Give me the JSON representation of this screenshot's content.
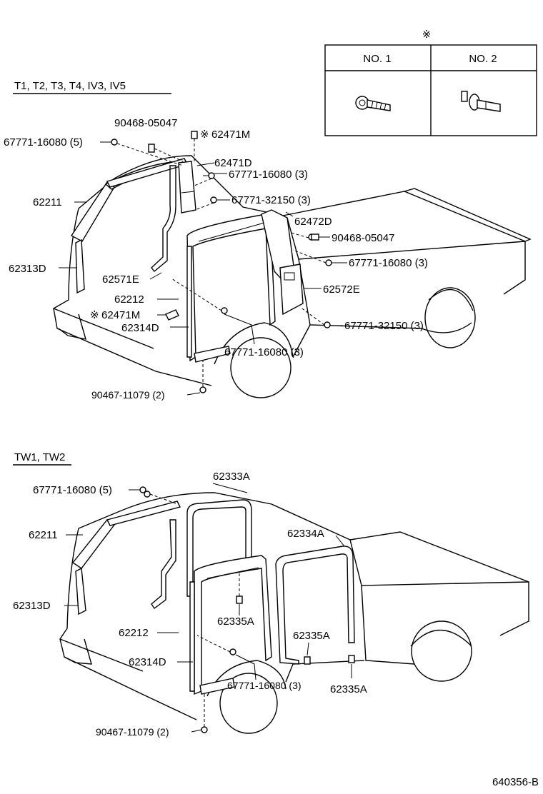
{
  "note_symbol": "※",
  "table": {
    "col1": "NO. 1",
    "col2": "NO. 2"
  },
  "section1": {
    "title": "T1, T2, T3, T4, IV3, IV5",
    "labels": {
      "l90468_top": "90468-05047",
      "l62471M_top": "62471M",
      "l67771_16080_5": "67771-16080 (5)",
      "l62471D": "62471D",
      "l67771_16080_3a": "67771-16080 (3)",
      "l67771_32150_3a": "67771-32150 (3)",
      "l62211": "62211",
      "l62472D": "62472D",
      "l90468_right": "90468-05047",
      "l62313D": "62313D",
      "l67771_16080_3b": "67771-16080 (3)",
      "l62571E": "62571E",
      "l62212": "62212",
      "l62572E": "62572E",
      "l62471M_mid": "62471M",
      "l67771_32150_3b": "67771-32150 (3)",
      "l62314D": "62314D",
      "l67771_16080_3c": "67771-16080 (3)",
      "l90467": "90467-11079 (2)"
    }
  },
  "section2": {
    "title": "TW1, TW2",
    "labels": {
      "l62333A": "62333A",
      "l67771_16080_5": "67771-16080 (5)",
      "l62334A": "62334A",
      "l62211": "62211",
      "l62313D": "62313D",
      "l62335A_a": "62335A",
      "l62212": "62212",
      "l62335A_b": "62335A",
      "l62314D": "62314D",
      "l67771_16080_3": "67771-16080 (3)",
      "l62335A_c": "62335A",
      "l90467": "90467-11079 (2)"
    }
  },
  "figure_code": "640356-B"
}
